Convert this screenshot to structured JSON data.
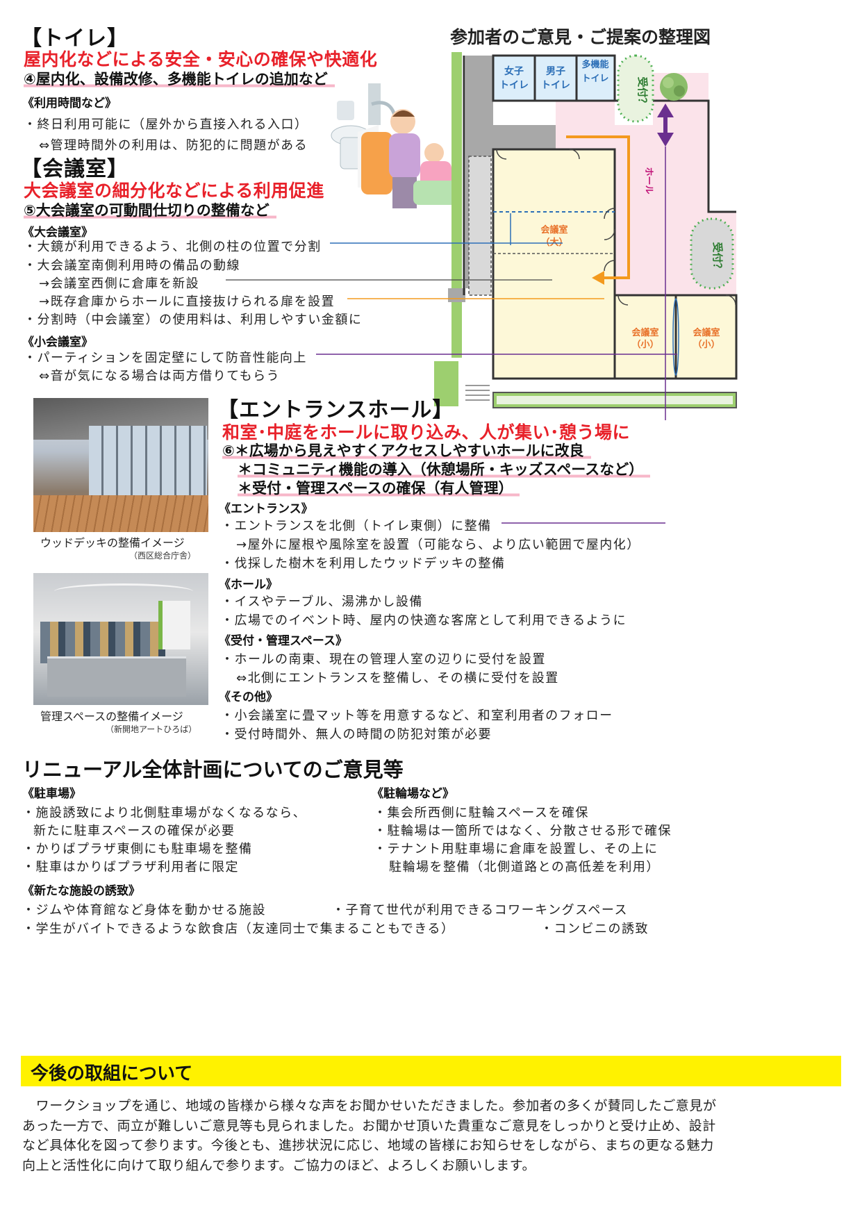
{
  "toilet": {
    "title": "【トイレ】",
    "subtitle": "屋内化などによる安全・安心の確保や快適化",
    "item": "④屋内化、設備改修、多機能トイレの追加など",
    "sub_usage": "《利用時間など》",
    "lines": [
      "・終日利用可能に（屋外から直接入れる入口）",
      "⇔管理時間外の利用は、防犯的に問題がある"
    ]
  },
  "meeting": {
    "title": "【会議室】",
    "subtitle": "大会議室の細分化などによる利用促進",
    "item": "⑤大会議室の可動間仕切りの整備など",
    "sub_large": "《大会議室》",
    "large_lines": [
      "・大鏡が利用できるよう、北側の柱の位置で分割",
      "・大会議室南側利用時の備品の動線",
      "→会議室西側に倉庫を新設",
      "→既存倉庫からホールに直接抜けられる扉を設置",
      "・分割時（中会議室）の使用料は、利用しやすい金額に"
    ],
    "sub_small": "《小会議室》",
    "small_lines": [
      "・パーティションを固定壁にして防音性能向上",
      "⇔音が気になる場合は両方借りてもらう"
    ]
  },
  "entrance": {
    "title": "【エントランスホール】",
    "subtitle": "和室･中庭をホールに取り込み、人が集い･憩う場に",
    "items": [
      "⑥＊広場から見えやすくアクセスしやすいホールに改良",
      "＊コミュニティ機能の導入（休憩場所・キッズスペースなど）",
      "＊受付・管理スペースの確保（有人管理）"
    ],
    "sub_entrance": "《エントランス》",
    "entrance_lines": [
      "・エントランスを北側（トイレ東側）に整備",
      "→屋外に屋根や風除室を設置（可能なら、より広い範囲で屋内化）",
      "・伐採した樹木を利用したウッドデッキの整備"
    ],
    "sub_hall": "《ホール》",
    "hall_lines": [
      "・イスやテーブル、湯沸かし設備",
      "・広場でのイベント時、屋内の快適な客席として利用できるように"
    ],
    "sub_reception": "《受付・管理スペース》",
    "reception_lines": [
      "・ホールの南東、現在の管理人室の辺りに受付を設置",
      "⇔北側にエントランスを整備し、その横に受付を設置"
    ],
    "sub_other": "《その他》",
    "other_lines": [
      "・小会議室に畳マット等を用意するなど、和室利用者のフォロー",
      "・受付時間外、無人の時間の防犯対策が必要"
    ]
  },
  "photos": {
    "deck_caption": "ウッドデッキの整備イメージ",
    "deck_source": "（西区総合庁舎）",
    "mgmt_caption": "管理スペースの整備イメージ",
    "mgmt_source": "（新開地アートひろば）"
  },
  "diagram": {
    "title": "参加者のご意見・ご提案の整理図",
    "women_toilet": [
      "女子",
      "トイレ"
    ],
    "men_toilet": [
      "男子",
      "トイレ"
    ],
    "multi_toilet": [
      "多機能",
      "トイレ"
    ],
    "reception": "受付？",
    "hall": "ホール",
    "large_room": [
      "会議室",
      "（大）"
    ],
    "small_room": [
      "会議室",
      "（小）"
    ]
  },
  "renewal": {
    "title": "リニューアル全体計画についてのご意見等",
    "sub_parking": "《駐車場》",
    "parking_lines": [
      "・施設誘致により北側駐車場がなくなるなら、",
      "新たに駐車スペースの確保が必要",
      "・かりばプラザ東側にも駐車場を整備",
      "・駐車はかりばプラザ利用者に限定"
    ],
    "sub_bicycle": "《駐輪場など》",
    "bicycle_lines": [
      "・集会所西側に駐輪スペースを確保",
      "・駐輪場は一箇所ではなく、分散させる形で確保",
      "・テナント用駐車場に倉庫を設置し、その上に",
      "駐輪場を整備（北側道路との高低差を利用）"
    ],
    "sub_new": "《新たな施設の誘致》",
    "new_1": "・ジムや体育館など身体を動かせる施設",
    "new_2": "・子育て世代が利用できるコワーキングスペース",
    "new_3": "・学生がバイトできるような飲食店（友達同士で集まることもできる）",
    "new_4": "・コンビニの誘致"
  },
  "future": {
    "title": "今後の取組について",
    "lines": [
      "　ワークショップを通じ、地域の皆様から様々な声をお聞かせいただきました。参加者の多くが賛同したご意見が",
      "あった一方で、両立が難しいご意見等も見られました。お聞かせ頂いた貴重なご意見をしっかりと受け止め、設計",
      "など具体化を図って参ります。今後とも、進捗状況に応じ、地域の皆様にお知らせをしながら、まちの更なる魅力",
      "向上と活性化に向けて取り組んで参ります。ご協力のほど、よろしくお願いします。"
    ]
  },
  "colors": {
    "red": "#e8212a",
    "pink_underline": "#f7b7c9",
    "yellow_bar": "#fff200",
    "green_wall": "#9dcf6f",
    "toilet_fill": "#dceefa",
    "hall_fill": "#fbe3ea",
    "room_fill": "#fdf8d8",
    "orange_arrow": "#f39a1e",
    "purple_arrow": "#6a2f8f",
    "blue_line": "#2c6fb7"
  }
}
